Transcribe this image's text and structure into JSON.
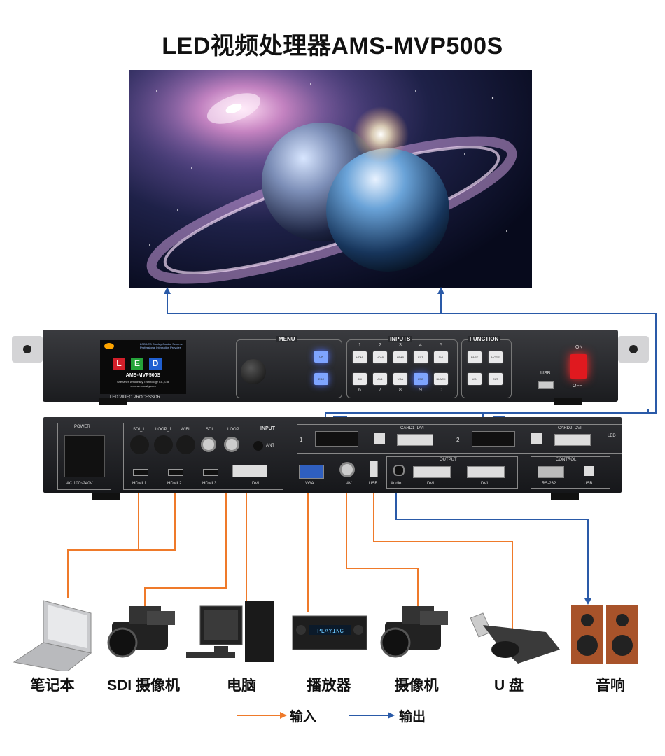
{
  "title": "LED视频处理器AMS-MVP500S",
  "device_front": {
    "logo_letters": [
      "L",
      "E",
      "D"
    ],
    "model": "AMS-MVP500S",
    "company": "Shenzhen Amoonsky Technology Co., Ltd.",
    "website": "www.amoonsky.com",
    "slogan_line1": "LCD/LED Display Control Scheme",
    "slogan_line2": "Professional Integration Provider",
    "processor_label": "LED VIDEO PROCESSOR",
    "menu_label": "MENU",
    "ok_label": "OK",
    "esc_label": "ESC",
    "inputs_label": "INPUTS",
    "inputs_top": [
      "HDMI",
      "HDMI",
      "HDMI",
      "EXT",
      "DVI"
    ],
    "inputs_top_nums": [
      "1",
      "2",
      "3",
      "4",
      "5"
    ],
    "inputs_bottom": [
      "SDI",
      "AV1",
      "VGA",
      "USB",
      "BLACK"
    ],
    "inputs_bottom_nums": [
      "6",
      "7",
      "8",
      "9",
      "0"
    ],
    "function_label": "FUNCTION",
    "function_buttons": [
      "PART FULL",
      "MODE",
      "WIN",
      "CUT"
    ],
    "usb_label": "USB",
    "on_label": "ON",
    "off_label": "OFF"
  },
  "device_back": {
    "power_label": "POWER",
    "ac_label": "AC 100~240V",
    "input_label": "INPUT",
    "sdi1": "SDI_1",
    "loop1": "LOOP_1",
    "wifi": "WIFI",
    "sdi": "SDI",
    "loop": "LOOP",
    "ant": "ANT",
    "hdmi1": "HDMI 1",
    "hdmi2": "HDMI 2",
    "hdmi3": "HDMI 3",
    "dvi": "DVI",
    "vga": "VGA",
    "av": "AV",
    "usb": "USB",
    "audio": "Audio",
    "card1": "CARD1_DVI",
    "card2": "CARD2_DVI",
    "card1_num": "1",
    "card2_num": "2",
    "output_label": "OUTPUT",
    "out_dvi1": "DVI",
    "out_dvi2": "DVI",
    "control_label": "CONTROL",
    "rs232": "RS-232",
    "ctrl_usb": "USB",
    "led_side": "LED"
  },
  "devices": [
    {
      "label": "笔记本",
      "icon": "laptop-icon"
    },
    {
      "label": "SDI 摄像机",
      "icon": "sdi-camcorder-icon"
    },
    {
      "label": "电脑",
      "icon": "desktop-computer-icon"
    },
    {
      "label": "播放器",
      "icon": "media-player-icon"
    },
    {
      "label": "摄像机",
      "icon": "camcorder-icon"
    },
    {
      "label": "U 盘",
      "icon": "usb-drive-icon"
    },
    {
      "label": "音响",
      "icon": "speaker-icon"
    }
  ],
  "player_display": "PLAYING",
  "legend": {
    "input_label": "输入",
    "output_label": "输出",
    "input_color": "#ef7a2a",
    "output_color": "#2a5aa8"
  }
}
